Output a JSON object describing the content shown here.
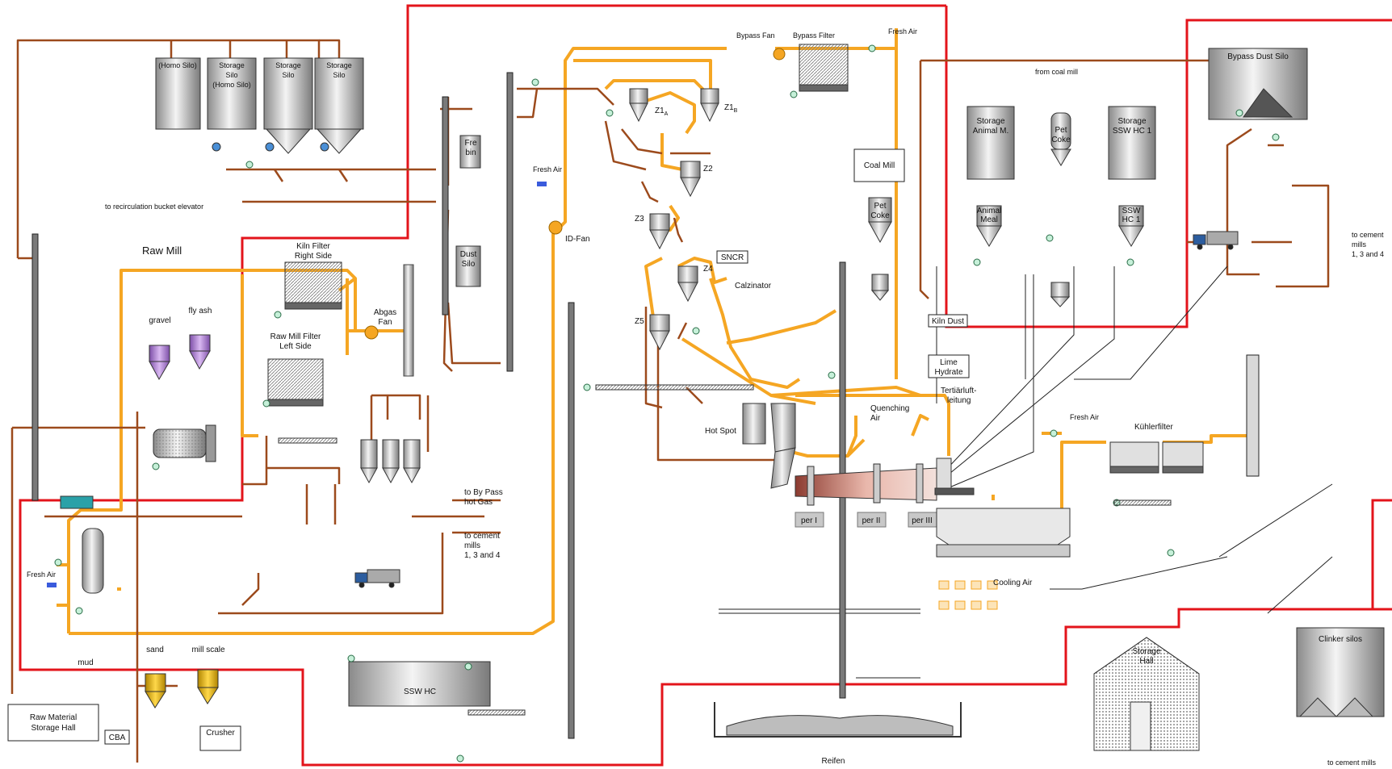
{
  "colors": {
    "zone_border": "#e3141b",
    "gas_line": "#f5a623",
    "material_line": "#9c4a1c",
    "silo_grey": "#c8c8c8",
    "purple_silo": "#b07cd8",
    "yellow_silo": "#e5b400",
    "kiln": "#b5655a"
  },
  "labels": {
    "home_silo": "(Homo Silo)",
    "storage_silo_homo_1": "Storage",
    "storage_silo_homo_2": "Silo",
    "storage_silo_homo_3": "(Homo Silo)",
    "storage_silo_a_1": "Storage",
    "storage_silo_a_2": "Silo",
    "storage_silo_b_1": "Storage",
    "storage_silo_b_2": "Silo",
    "to_recirc": "to recirculation bucket elevator",
    "raw_mill": "Raw Mill",
    "kiln_filter_1": "Kiln Filter",
    "kiln_filter_2": "Right Side",
    "raw_mill_filter_1": "Raw Mill Filter",
    "raw_mill_filter_2": "Left Side",
    "abgas_fan_1": "Abgas",
    "abgas_fan_2": "Fan",
    "gravel": "gravel",
    "fly_ash": "fly ash",
    "fre_bin_1": "Fre",
    "fre_bin_2": "bin",
    "dust_silo_1": "Dust",
    "dust_silo_2": "Silo",
    "fresh_air_left": "Fresh Air",
    "fresh_air_mid": "Fresh Air",
    "fresh_air_top": "Fresh Air",
    "fresh_air_cooler": "Fresh Air",
    "id_fan": "ID-Fan",
    "bypass_fan": "Bypass Fan",
    "bypass_filter": "Bypass Filter",
    "z1a_base": "Z1",
    "z1a_sub": "A",
    "z1b_base": "Z1",
    "z1b_sub": "B",
    "z2": "Z2",
    "z3": "Z3",
    "z4": "Z4",
    "z5": "Z5",
    "sncr": "SNCR",
    "calzinator": "Calzinator",
    "coal_mill": "Coal Mill",
    "pet_coke_1": "Pet",
    "pet_coke_2": "Coke",
    "from_coal_mill": "from coal mill",
    "storage_animal_1": "Storage",
    "storage_animal_2": "Animal M.",
    "animal_meal_1": "Animal",
    "animal_meal_2": "Meal",
    "pet_coke_b_1": "Pet",
    "pet_coke_b_2": "Coke",
    "storage_ssw_1": "Storage",
    "storage_ssw_2": "SSW HC 1",
    "ssw_hc1_1": "SSW",
    "ssw_hc1_2": "HC 1",
    "bypass_dust_silo": "Bypass Dust Silo",
    "to_cement_right_1": "to cement",
    "to_cement_right_2": "mills",
    "to_cement_right_3": "1, 3 and 4",
    "kiln_dust": "Kiln Dust",
    "lime_hydrate_1": "Lime",
    "lime_hydrate_2": "Hydrate",
    "tertiar_1": "Tertiärluft-",
    "tertiar_2": "leitung",
    "quenching_1": "Quenching",
    "quenching_2": "Air",
    "hot_spot": "Hot Spot",
    "per_i": "per I",
    "per_ii": "per II",
    "per_iii": "per III",
    "cooling_air": "Cooling Air",
    "kuehlerfilter": "Kühlerfilter",
    "to_bypass_1": "to By Pass",
    "to_bypass_2": "hot Gas",
    "to_cement_mid_1": "to cement",
    "to_cement_mid_2": "mills",
    "to_cement_mid_3": "1, 3 and 4",
    "mud": "mud",
    "sand": "sand",
    "mill_scale": "mill scale",
    "raw_material_1": "Raw Material",
    "raw_material_2": "Storage Hall",
    "cba": "CBA",
    "crusher": "Crusher",
    "ssw_hc": "SSW HC",
    "reifen": "Reifen",
    "storage_hall_1": "Storage",
    "storage_hall_2": "Hall",
    "clinker_silos": "Clinker silos",
    "to_cement_bottom": "to cement mills"
  }
}
